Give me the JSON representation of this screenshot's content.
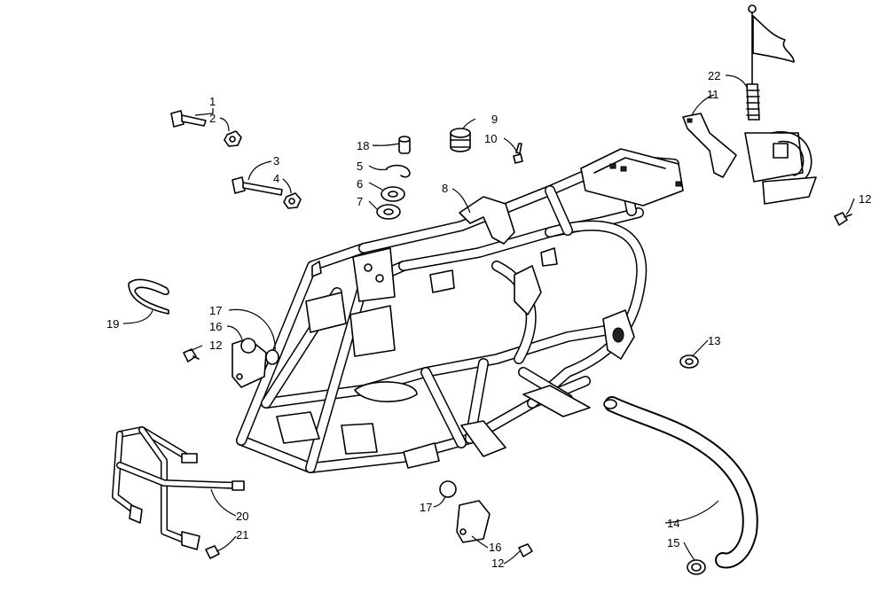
{
  "callouts": [
    {
      "id": "c1",
      "text": "1"
    },
    {
      "id": "c2",
      "text": "2"
    },
    {
      "id": "c3",
      "text": "3"
    },
    {
      "id": "c4",
      "text": "4"
    },
    {
      "id": "c5",
      "text": "5"
    },
    {
      "id": "c6",
      "text": "6"
    },
    {
      "id": "c7",
      "text": "7"
    },
    {
      "id": "c8",
      "text": "8"
    },
    {
      "id": "c9",
      "text": "9"
    },
    {
      "id": "c10",
      "text": "10"
    },
    {
      "id": "c11",
      "text": "11"
    },
    {
      "id": "c12a",
      "text": "12"
    },
    {
      "id": "c12b",
      "text": "12"
    },
    {
      "id": "c12c",
      "text": "12"
    },
    {
      "id": "c13",
      "text": "13"
    },
    {
      "id": "c14",
      "text": "14"
    },
    {
      "id": "c15",
      "text": "15"
    },
    {
      "id": "c16a",
      "text": "16"
    },
    {
      "id": "c16b",
      "text": "16"
    },
    {
      "id": "c17a",
      "text": "17"
    },
    {
      "id": "c17b",
      "text": "17"
    },
    {
      "id": "c18",
      "text": "18"
    },
    {
      "id": "c19",
      "text": "19"
    },
    {
      "id": "c20",
      "text": "20"
    },
    {
      "id": "c21",
      "text": "21"
    },
    {
      "id": "c22",
      "text": "22"
    }
  ],
  "colors": {
    "line": "#000000",
    "background": "#ffffff"
  }
}
